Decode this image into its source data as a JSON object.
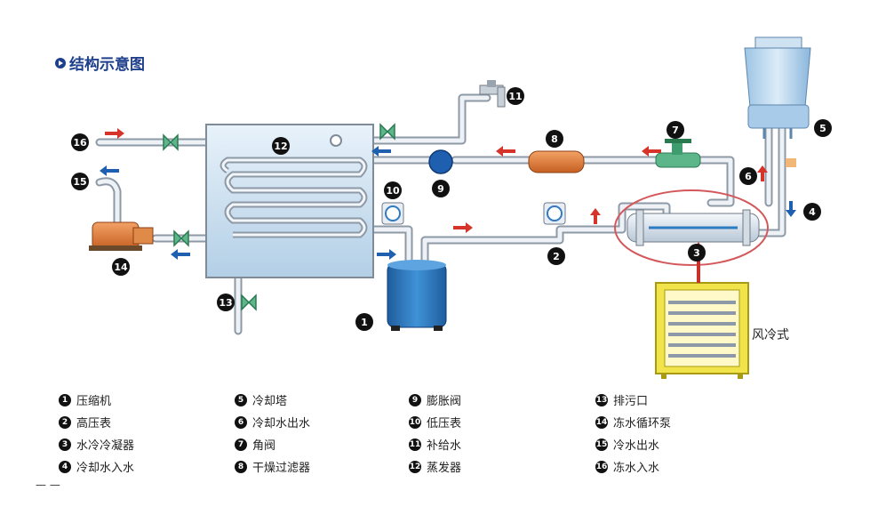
{
  "title": "结构示意图",
  "air_cooled_label": "风冷式",
  "footer_fragment": "— —",
  "colors": {
    "pipe": "#dde3ea",
    "pipe_edge": "#8d99a6",
    "hot_arrow": "#d6332a",
    "cold_arrow": "#1f5fb0",
    "tank": "#bcd6ea",
    "compressor": "#2f7bc2",
    "dryer": "#e07a3a",
    "air_cooler": "#f1e34a",
    "ring": "#d4585b"
  },
  "legend": [
    {
      "num": "1",
      "text": "压缩机"
    },
    {
      "num": "2",
      "text": "高压表"
    },
    {
      "num": "3",
      "text": "水冷冷凝器"
    },
    {
      "num": "4",
      "text": "冷却水入水"
    },
    {
      "num": "5",
      "text": "冷却塔"
    },
    {
      "num": "6",
      "text": "冷却水出水"
    },
    {
      "num": "7",
      "text": "角阀"
    },
    {
      "num": "8",
      "text": "干燥过滤器"
    },
    {
      "num": "9",
      "text": "膨胀阀"
    },
    {
      "num": "10",
      "text": "低压表"
    },
    {
      "num": "11",
      "text": "补给水"
    },
    {
      "num": "12",
      "text": "蒸发器"
    },
    {
      "num": "13",
      "text": "排污口"
    },
    {
      "num": "14",
      "text": "冻水循环泵"
    },
    {
      "num": "15",
      "text": "冷水出水"
    },
    {
      "num": "16",
      "text": "冻水入水"
    }
  ]
}
